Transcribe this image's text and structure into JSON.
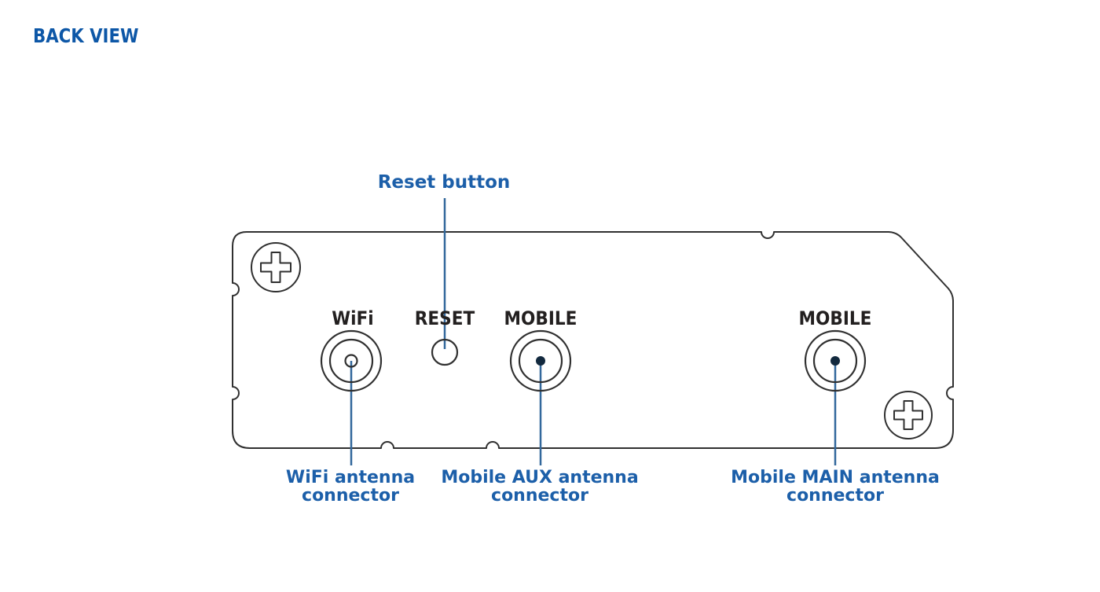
{
  "title": "BACK VIEW",
  "colors": {
    "background": "#ffffff",
    "title_blue": "#0d57a7",
    "label_blue": "#1c5fa9",
    "line_blue": "#33689c",
    "outline_dark": "#303030",
    "port_label_dark": "#232020",
    "connector_dot": "#12293e"
  },
  "diagram": {
    "reset_callout": "Reset button",
    "port_labels": {
      "wifi": "WiFi",
      "reset": "RESET",
      "mobile_aux": "MOBILE",
      "mobile_main": "MOBILE"
    },
    "callouts": [
      {
        "line1": "WiFi antenna",
        "line2": "connector"
      },
      {
        "line1": "Mobile AUX antenna",
        "line2": "connector"
      },
      {
        "line1": "Mobile MAIN antenna",
        "line2": "connector"
      }
    ]
  }
}
